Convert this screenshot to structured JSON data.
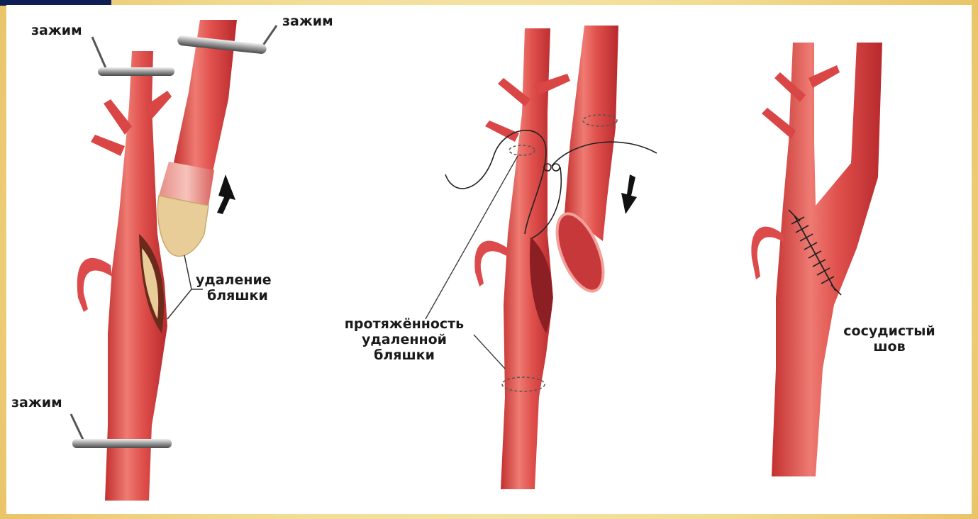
{
  "labels": {
    "clamp_top_left": "зажим",
    "clamp_top_right": "зажим",
    "clamp_bottom": "зажим",
    "plaque_removal_line1": "удаление",
    "plaque_removal_line2": "бляшки",
    "extent_line1": "протяжённость",
    "extent_line2": "удаленной",
    "extent_line3": "бляшки",
    "suture_line1": "сосудистый",
    "suture_line2": "шов"
  },
  "colors": {
    "vessel": "#dd4a4b",
    "vessel_highlight": "#f29a92",
    "vessel_shadow": "#b8292d",
    "clamp_metal": "#8c8c8c",
    "plaque": "#e9cd98",
    "background_frame": "#f3dc93"
  }
}
